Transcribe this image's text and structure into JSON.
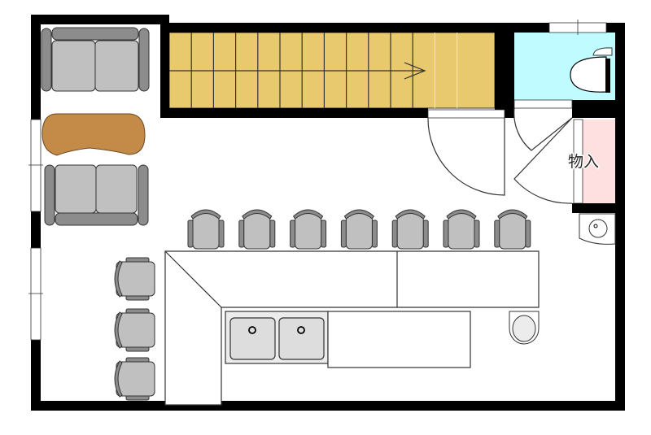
{
  "labels": {
    "storage": "物入"
  },
  "colors": {
    "wall": "#000000",
    "stairs": "#e8c96e",
    "toilet_floor": "#c0fcff",
    "storage": "#ffe0e0",
    "furniture": "#c0c0c0",
    "furniture_dark": "#8c8c8c",
    "table": "#c48a48"
  },
  "counts": {
    "counter_chairs": 7,
    "side_chairs": 3,
    "stair_steps": 14
  }
}
